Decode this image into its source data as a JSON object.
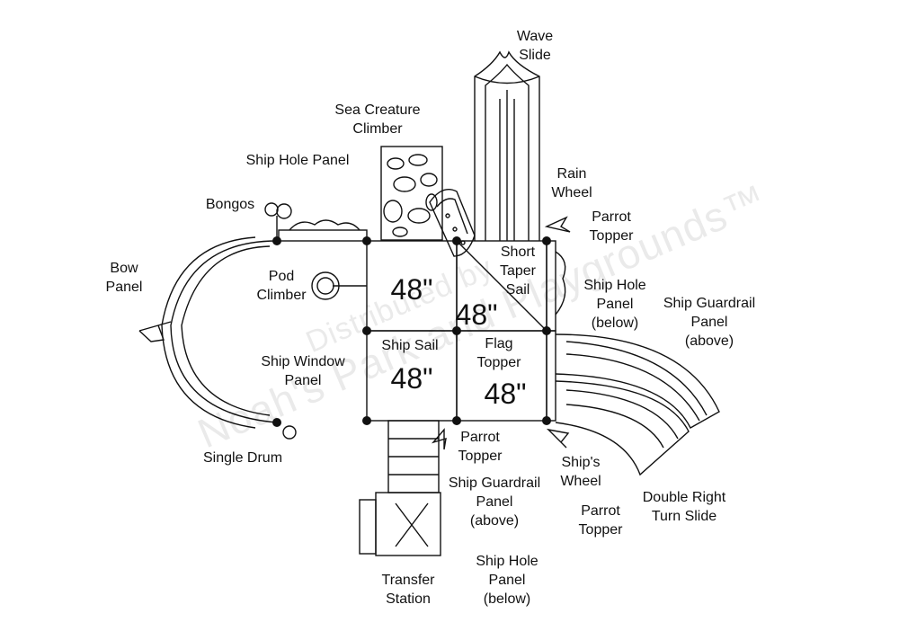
{
  "watermark": "Noah's Park and Playgrounds™",
  "watermark_sub": "Distributed by",
  "decks": {
    "deck_a": "48\"",
    "deck_b": "48\"",
    "deck_c": "48\"",
    "deck_d": "48\""
  },
  "labels": {
    "wave_slide": [
      "Wave",
      "Slide"
    ],
    "sea_creature_climber": [
      "Sea Creature",
      "Climber"
    ],
    "ship_hole_panel_top": [
      "Ship Hole Panel"
    ],
    "rain_wheel": [
      "Rain",
      "Wheel"
    ],
    "parrot_topper_top": [
      "Parrot",
      "Topper"
    ],
    "bongos": [
      "Bongos"
    ],
    "bow_panel": [
      "Bow",
      "Panel"
    ],
    "pod_climber": [
      "Pod",
      "Climber"
    ],
    "short_taper_sail": [
      "Short",
      "Taper",
      "Sail"
    ],
    "ship_hole_panel_right": [
      "Ship Hole",
      "Panel",
      "(below)"
    ],
    "ship_guardrail_panel_right": [
      "Ship Guardrail",
      "Panel",
      "(above)"
    ],
    "ship_sail": [
      "Ship Sail"
    ],
    "flag_topper": [
      "Flag",
      "Topper"
    ],
    "ship_window_panel": [
      "Ship Window",
      "Panel"
    ],
    "single_drum": [
      "Single Drum"
    ],
    "parrot_topper_mid": [
      "Parrot",
      "Topper"
    ],
    "ships_wheel": [
      "Ship's",
      "Wheel"
    ],
    "ship_guardrail_panel_bottom": [
      "Ship Guardrail",
      "Panel",
      "(above)"
    ],
    "parrot_topper_bottom": [
      "Parrot",
      "Topper"
    ],
    "double_right_turn_slide": [
      "Double Right",
      "Turn Slide"
    ],
    "transfer_station": [
      "Transfer",
      "Station"
    ],
    "ship_hole_panel_bottom": [
      "Ship Hole",
      "Panel",
      "(below)"
    ]
  }
}
